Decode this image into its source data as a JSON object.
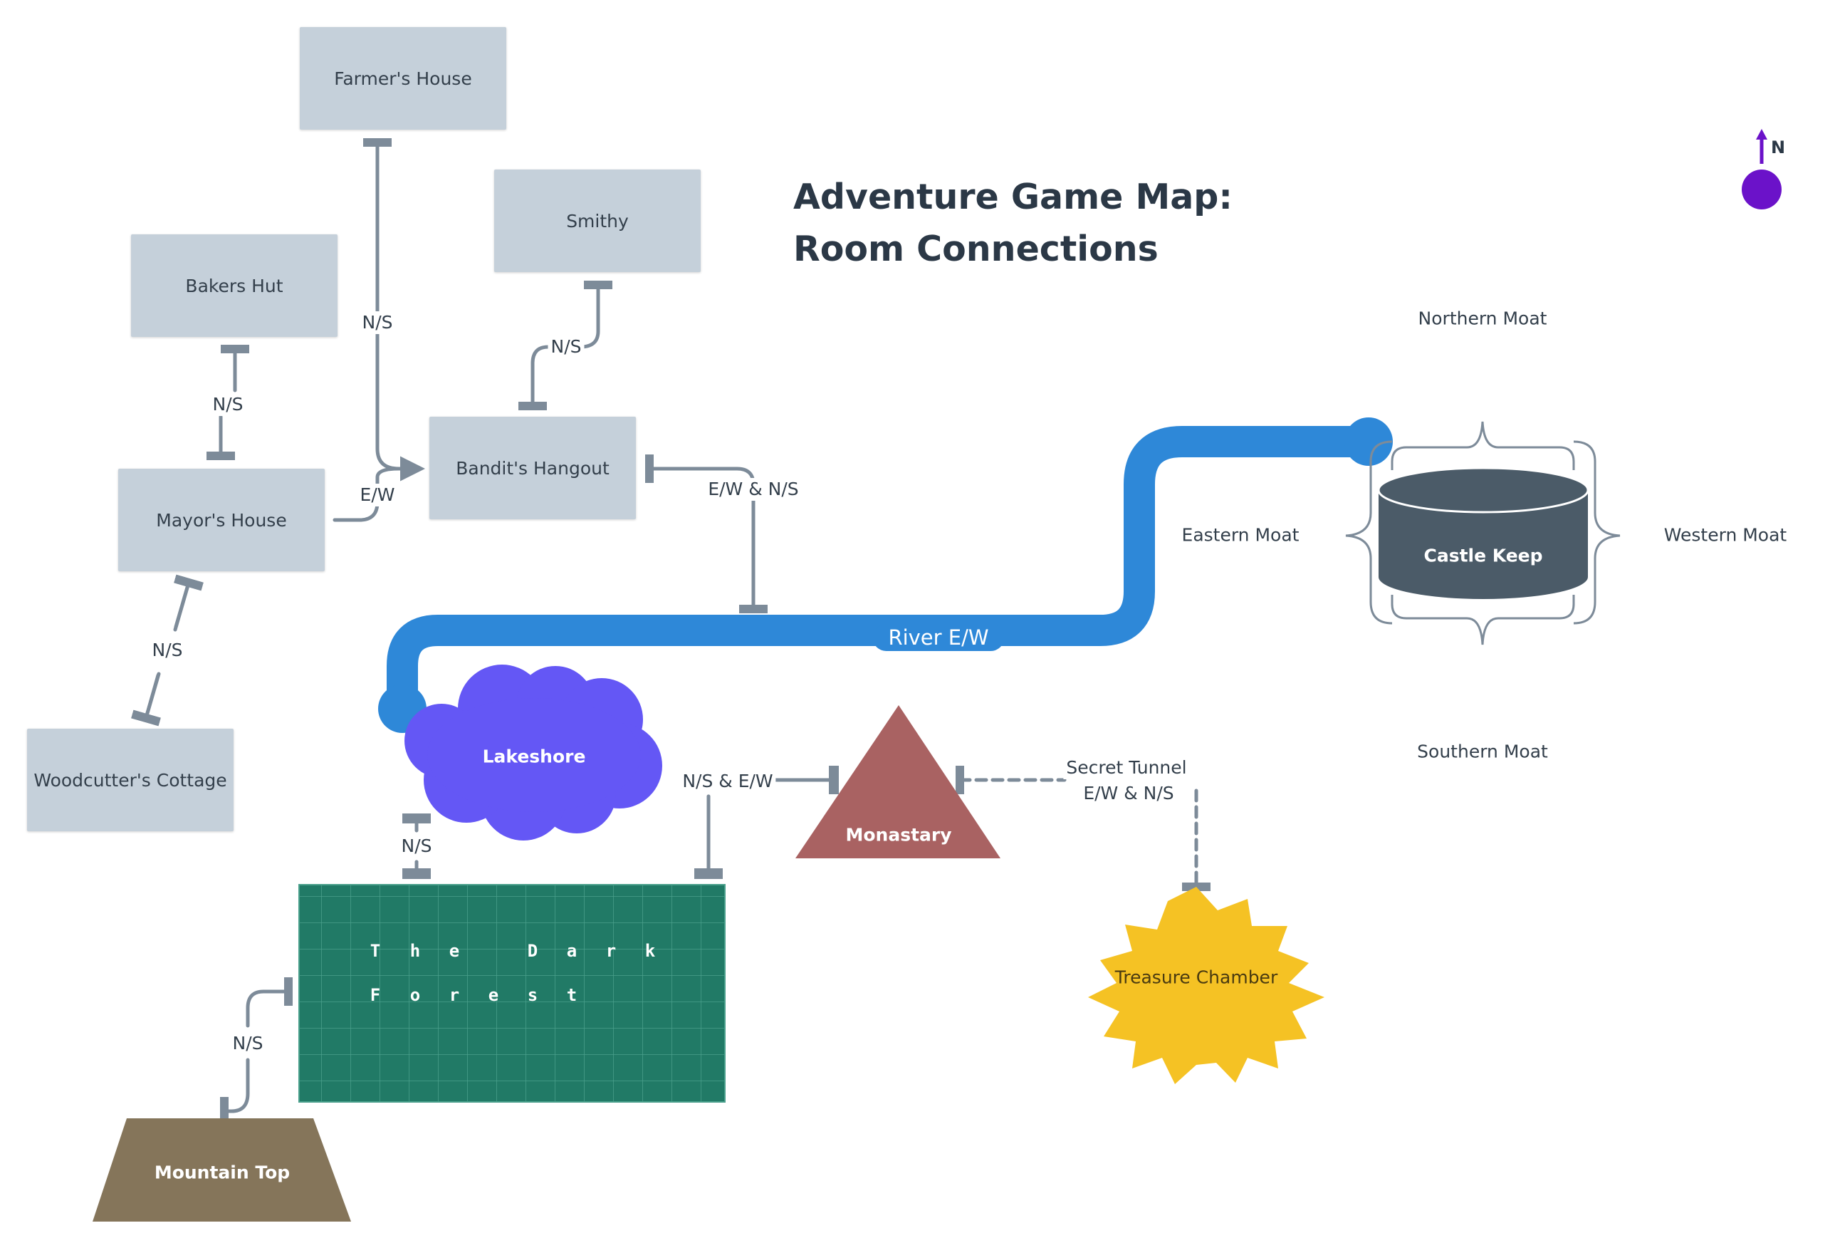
{
  "title": {
    "line1": "Adventure Game Map:",
    "line2": "Room Connections"
  },
  "compass": {
    "label": "N",
    "color": "#6b12c9"
  },
  "rooms": {
    "farmers_house": "Farmer's House",
    "smithy": "Smithy",
    "bakers_hut": "Bakers Hut",
    "bandits_hangout": "Bandit's Hangout",
    "mayors_house": "Mayor's House",
    "woodcutters_cottage": "Woodcutter's Cottage",
    "lakeshore": "Lakeshore",
    "monastary": "Monastary",
    "treasure_chamber": "Treasure Chamber",
    "castle_keep": "Castle Keep",
    "mountain_top": "Mountain Top",
    "dark_forest_row1": [
      "T",
      "h",
      "e",
      "",
      "D",
      "a",
      "r",
      "k"
    ],
    "dark_forest_row2": [
      "F",
      "o",
      "r",
      "e",
      "s",
      "t"
    ]
  },
  "connections": {
    "farmer_bandit": "N/S",
    "smithy_bandit": "N/S",
    "bakers_mayor": "N/S",
    "mayor_bandit": "E/W",
    "mayor_woodcutter": "N/S",
    "bandit_river": "E/W & N/S",
    "lake_forest": "N/S",
    "forest_monastary": "N/S & E/W",
    "secret_line1": "Secret Tunnel",
    "secret_line2": "E/W & N/S",
    "forest_mountain": "N/S"
  },
  "river": {
    "label": "River E/W",
    "color": "#2e88d8"
  },
  "moats": {
    "northern": "Northern Moat",
    "eastern": "Eastern Moat",
    "western": "Western Moat",
    "southern": "Southern Moat"
  },
  "colors": {
    "room_fill": "#c5d0da",
    "connector": "#7d8b99",
    "lakeshore": "#6457f5",
    "monastary": "#a96262",
    "treasure": "#f5c224",
    "castle": "#4b5b68",
    "forest": "#217a66",
    "mountain": "#85755a"
  }
}
